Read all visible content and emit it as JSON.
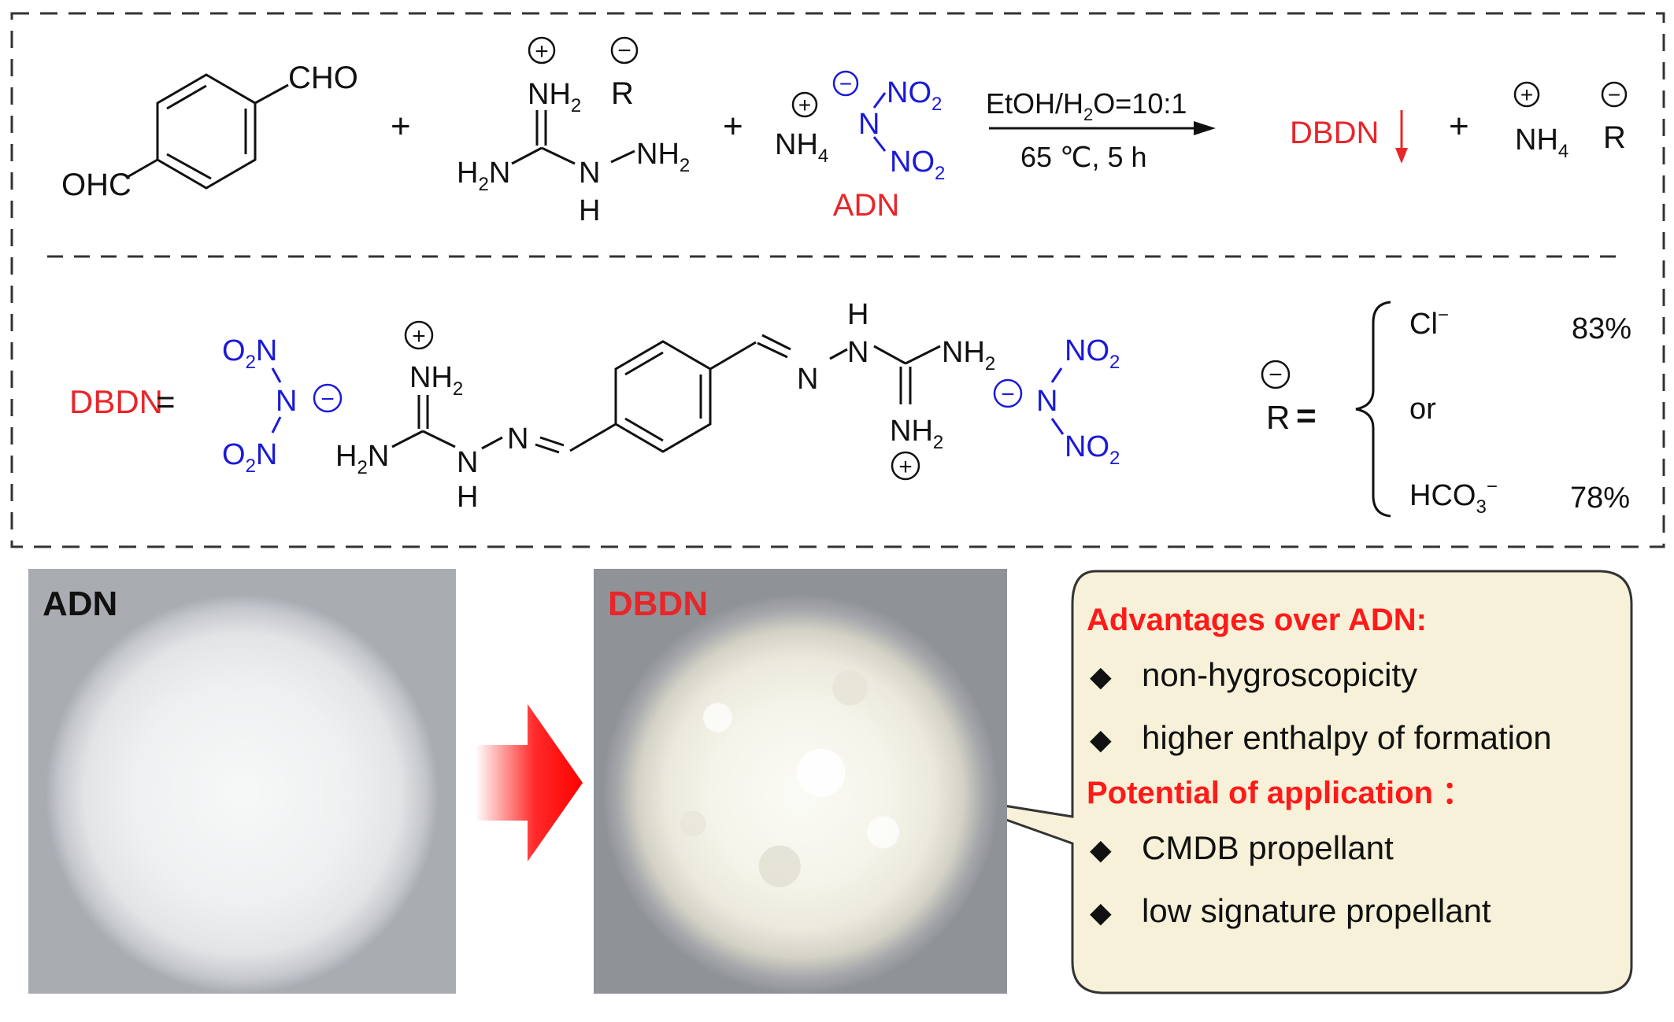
{
  "colors": {
    "text": "#111111",
    "highlight_red": "#e8262a",
    "anion_blue": "#1a1ad6",
    "callout_fill": "#f6f1d8",
    "dash_border": "#333333"
  },
  "reaction": {
    "reactant1_cho": "CHO",
    "reactant1_ohc": "OHC",
    "plus": "+",
    "charge_plus": "+",
    "charge_minus": "−",
    "aminoguanidine_nh2_top": "NH",
    "aminoguanidine_h2n": "H",
    "aminoguanidine_n": "N",
    "aminoguanidine_h": "H",
    "aminoguanidine_nh2_right": "NH",
    "sub2": "2",
    "sub4": "4",
    "counter_anion": "R",
    "ammonium": "NH",
    "no2_top": "NO",
    "dinitramide_n": "N",
    "no2_bottom": "NO",
    "adn_label": "ADN",
    "condition_solvent_a": "EtOH/H",
    "condition_solvent_b": "O=10:1",
    "condition_temp": "65 ℃, 5 h",
    "product_label": "DBDN",
    "byproduct_anion": "R"
  },
  "structure": {
    "dbdn_label": "DBDN",
    "equals": "=",
    "o2n_top": "O",
    "o2n_n": "N",
    "o2n_sub": "2",
    "o2n_bottom": "O",
    "center_n": "N",
    "nh2_top_left": "NH",
    "h2n_left": "H",
    "n_left": "N",
    "n_imine_left": "N",
    "h_left": "H",
    "h_right_top": "H",
    "n_right": "N",
    "n_imine_right": "N",
    "nh2_right_top": "NH",
    "nh2_right_bottom": "NH",
    "no2_right_top": "NO",
    "no2_right_bottom": "NO",
    "right_center_n": "N",
    "r_label": "R",
    "r_equals": "=",
    "options": [
      {
        "anion": "Cl",
        "yield": "83%"
      },
      {
        "anion": "HCO",
        "sub": "3",
        "yield": "78%"
      }
    ],
    "or": "or"
  },
  "photos": {
    "adn_label": "ADN",
    "dbdn_label": "DBDN"
  },
  "callout": {
    "advantages_heading": "Advantages over ADN:",
    "advantages": [
      "non-hygroscopicity",
      "higher enthalpy of formation"
    ],
    "application_heading": "Potential of application ：",
    "applications": [
      "CMDB propellant",
      "low signature propellant"
    ],
    "bullet": "◆"
  }
}
